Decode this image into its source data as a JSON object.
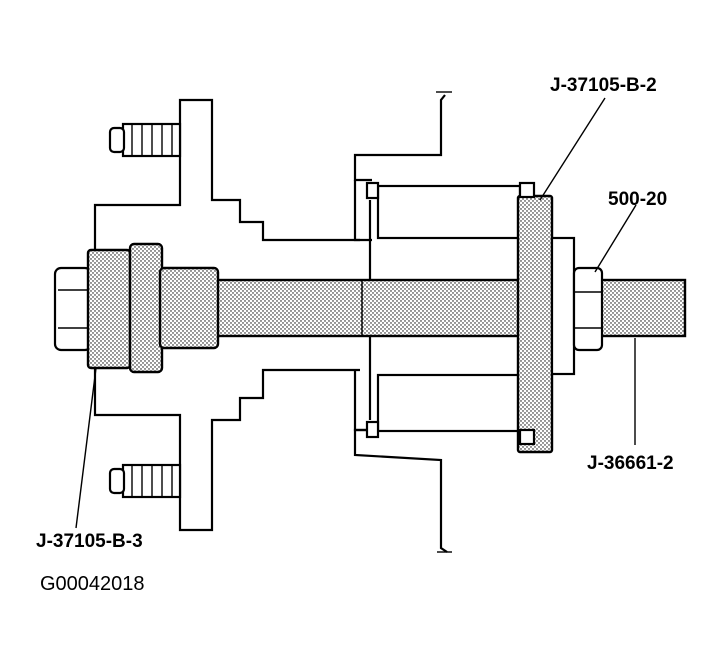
{
  "labels": {
    "bearing_installer": "J-37105-B-2",
    "nut": "500-20",
    "threaded_rod": "J-36661-2",
    "hub_adapter": "J-37105-B-3"
  },
  "figure_id": "G00042018",
  "colors": {
    "ink": "#000000",
    "background": "#ffffff",
    "stipple": "#000000"
  }
}
